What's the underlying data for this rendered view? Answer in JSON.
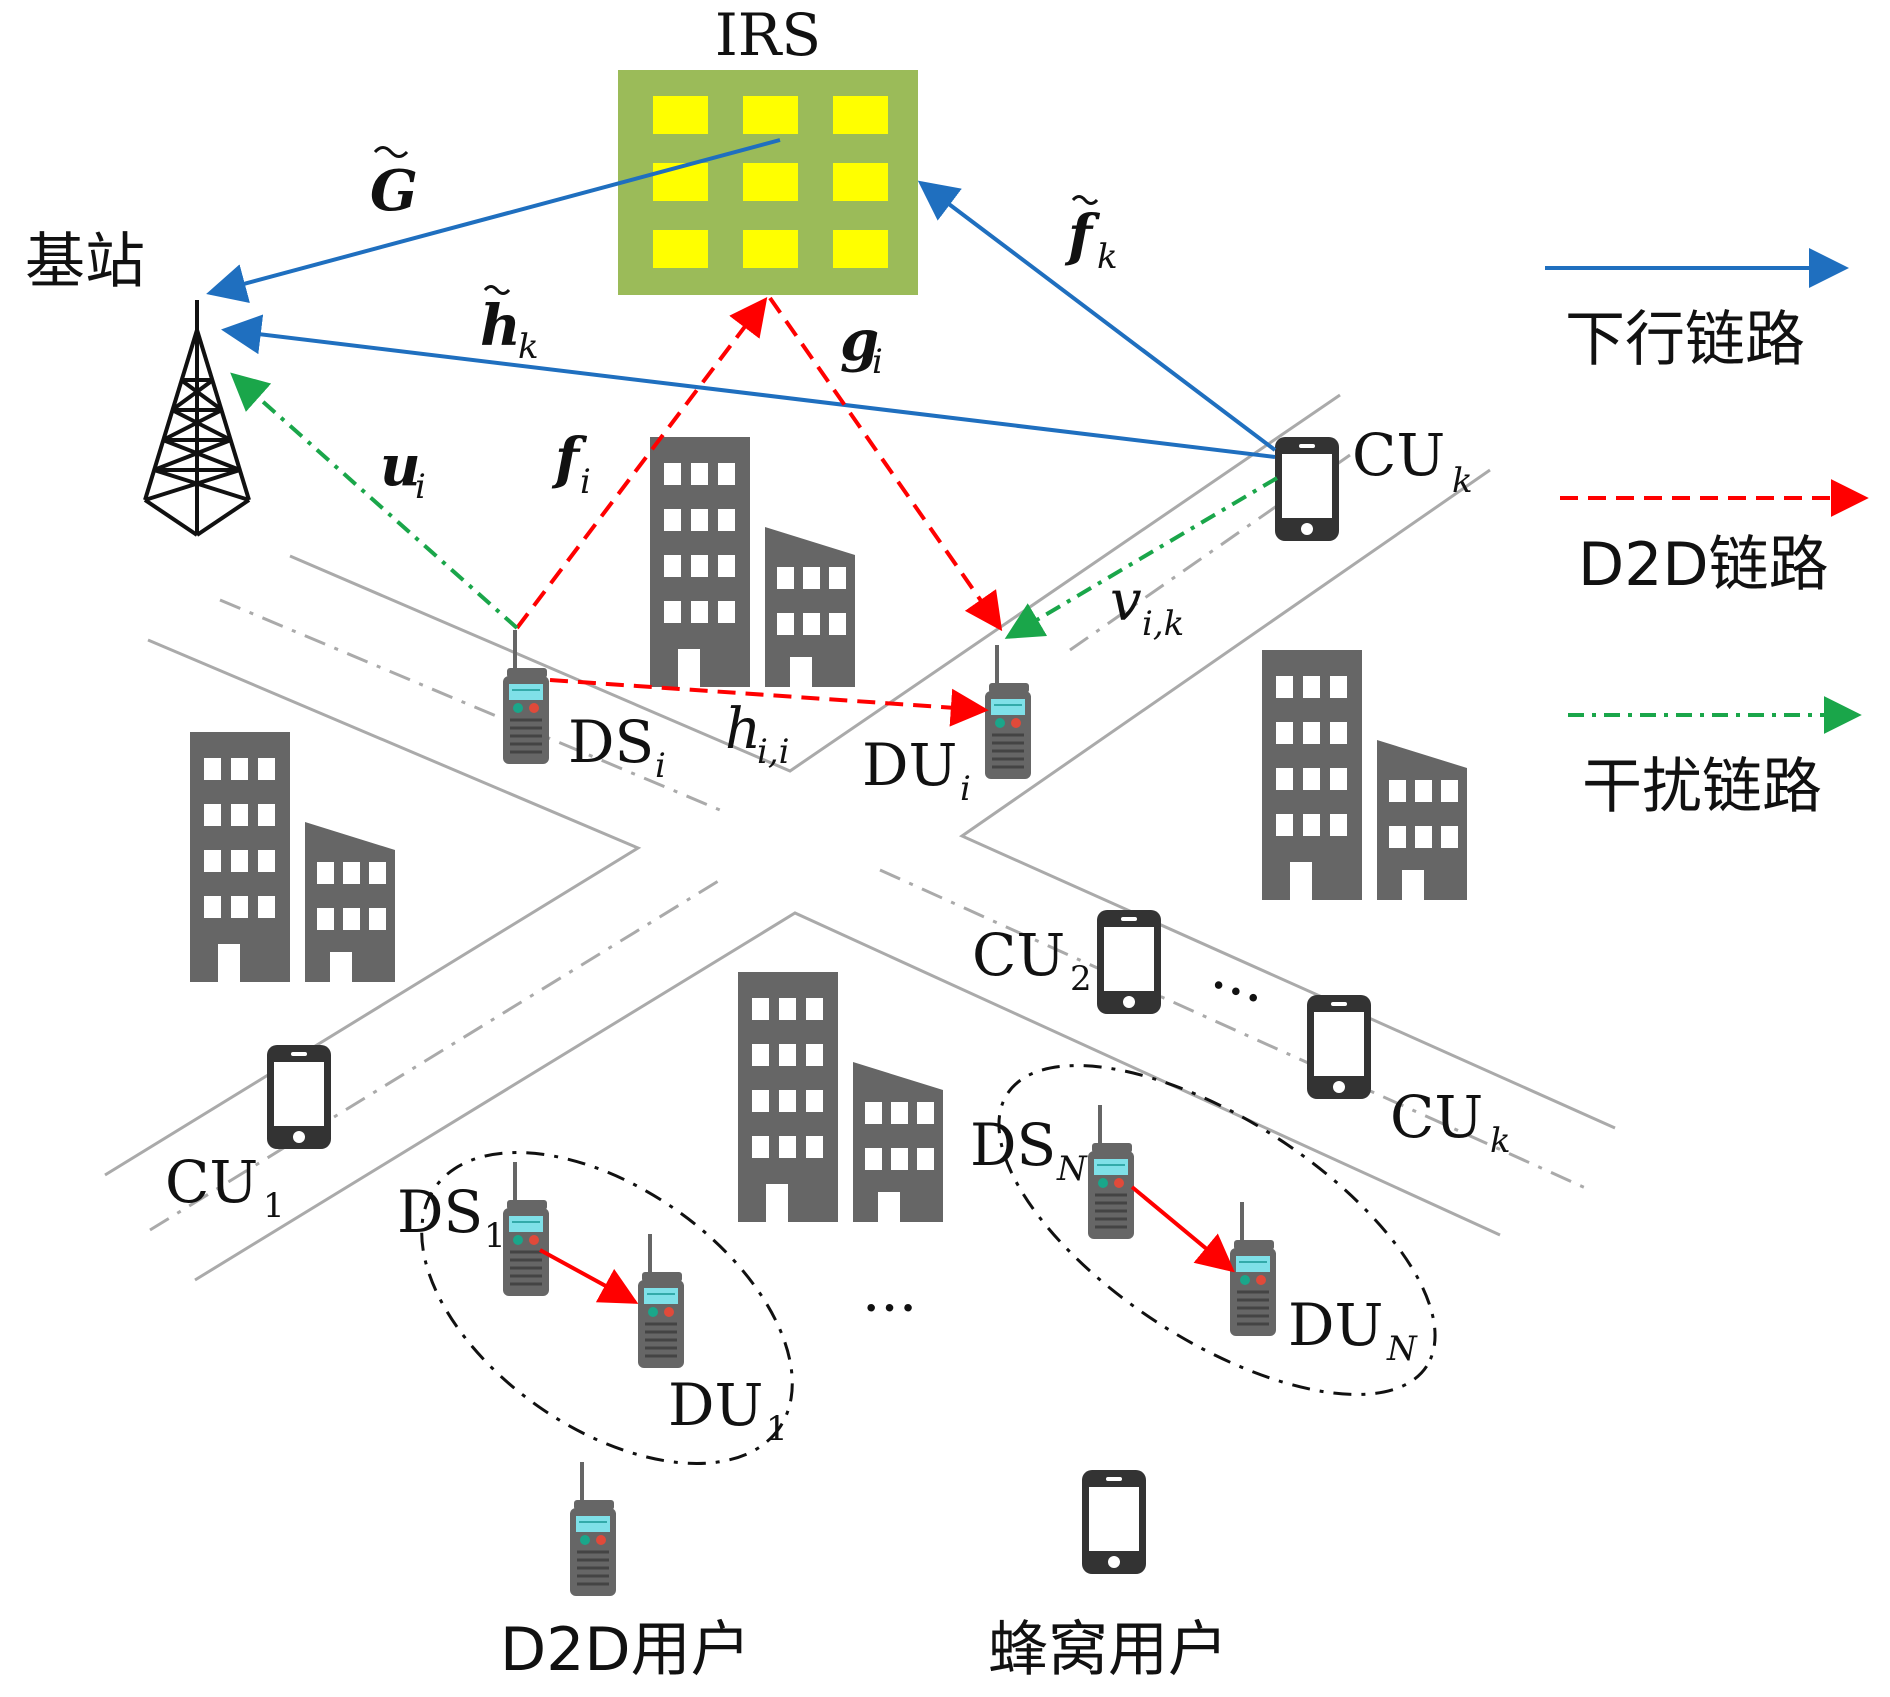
{
  "irs": {
    "label": "IRS",
    "panel_color": "#9bbb59",
    "element_color": "#ffff00"
  },
  "base_station": {
    "label": "基站"
  },
  "channels": {
    "G": "G",
    "h_k": "h",
    "h_k_sub": "k",
    "f_k": "f",
    "f_k_sub": "k",
    "g_i": "g",
    "g_i_sub": "i",
    "f_i": "f",
    "f_i_sub": "i",
    "u_i": "u",
    "u_i_sub": "i",
    "v_ik": "v",
    "v_ik_sub": "i,k",
    "h_ii": "h",
    "h_ii_sub": "i,i"
  },
  "devices": {
    "cu_k_top": {
      "name": "CU",
      "sub": "k"
    },
    "cu_2": {
      "name": "CU",
      "sub": "2"
    },
    "cu_k_right": {
      "name": "CU",
      "sub": "k"
    },
    "cu_1": {
      "name": "CU",
      "sub": "1"
    },
    "ds_i": {
      "name": "DS",
      "sub": "i"
    },
    "du_i": {
      "name": "DU",
      "sub": "i"
    },
    "ds_1": {
      "name": "DS",
      "sub": "1"
    },
    "du_1": {
      "name": "DU",
      "sub": "1"
    },
    "ds_n": {
      "name": "DS",
      "sub": "N"
    },
    "du_n": {
      "name": "DU",
      "sub": "N"
    }
  },
  "ellipsis_mid": "···",
  "ellipsis_cu": "···",
  "legend": [
    {
      "label": "下行链路",
      "color": "#1f6fbf",
      "style": "solid"
    },
    {
      "label": "D2D链路",
      "color": "#ff0000",
      "style": "dashed"
    },
    {
      "label": "干扰链路",
      "color": "#1aa64a",
      "style": "dashdot"
    }
  ],
  "bottom_legend": {
    "d2d_user": "D2D用户",
    "cellular_user": "蜂窝用户"
  },
  "colors": {
    "building": "#666666",
    "road": "#aaaaaa",
    "phone": "#333333",
    "radio": "#666666"
  }
}
